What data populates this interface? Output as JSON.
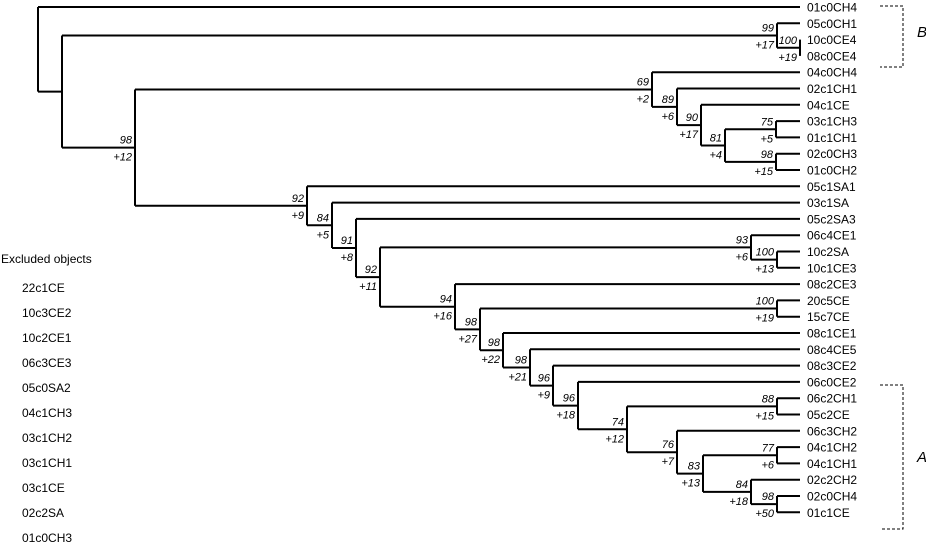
{
  "leaves": [
    "01c0CH4",
    "05c0CH1",
    "10c0CE4",
    "08c0CE4",
    "04c0CH4",
    "02c1CH1",
    "04c1CE",
    "03c1CH3",
    "01c1CH1",
    "02c0CH3",
    "01c0CH2",
    "05c1SA1",
    "03c1SA",
    "05c2SA3",
    "06c4CE1",
    "10c2SA",
    "10c1CE3",
    "08c2CE3",
    "20c5CE",
    "15c7CE",
    "08c1CE1",
    "08c4CE5",
    "08c3CE2",
    "06c0CE2",
    "06c2CH1",
    "05c2CE",
    "06c3CH2",
    "04c1CH2",
    "04c1CH1",
    "02c2CH2",
    "02c0CH4",
    "01c1CE"
  ],
  "supports": [
    {
      "b": "99",
      "s": "+17"
    },
    {
      "b": "100",
      "s": "+19"
    },
    {
      "b": "98",
      "s": "+12"
    },
    {
      "b": "69",
      "s": "+2"
    },
    {
      "b": "89",
      "s": "+6"
    },
    {
      "b": "90",
      "s": "+17"
    },
    {
      "b": "81",
      "s": "+4"
    },
    {
      "b": "75",
      "s": "+5"
    },
    {
      "b": "98",
      "s": "+15"
    },
    {
      "b": "92",
      "s": "+9"
    },
    {
      "b": "84",
      "s": "+5"
    },
    {
      "b": "91",
      "s": "+8"
    },
    {
      "b": "92",
      "s": "+11"
    },
    {
      "b": "93",
      "s": "+6"
    },
    {
      "b": "100",
      "s": "+13"
    },
    {
      "b": "94",
      "s": "+16"
    },
    {
      "b": "98",
      "s": "+27"
    },
    {
      "b": "100",
      "s": "+19"
    },
    {
      "b": "98",
      "s": "+22"
    },
    {
      "b": "98",
      "s": "+21"
    },
    {
      "b": "96",
      "s": "+9"
    },
    {
      "b": "96",
      "s": "+18"
    },
    {
      "b": "74",
      "s": "+12"
    },
    {
      "b": "88",
      "s": "+15"
    },
    {
      "b": "76",
      "s": "+7"
    },
    {
      "b": "83",
      "s": "+13"
    },
    {
      "b": "77",
      "s": "+6"
    },
    {
      "b": "84",
      "s": "+18"
    },
    {
      "b": "98",
      "s": "+50"
    }
  ],
  "groups": {
    "top": "B",
    "bottom": "A"
  },
  "excluded": {
    "title": "Excluded objects",
    "items": [
      "22c1CE",
      "10c3CE2",
      "10c2CE1",
      "06c3CE3",
      "05c0SA2",
      "04c1CH3",
      "03c1CH2",
      "03c1CH1",
      "03c1CE",
      "02c2SA",
      "01c0CH3"
    ]
  }
}
